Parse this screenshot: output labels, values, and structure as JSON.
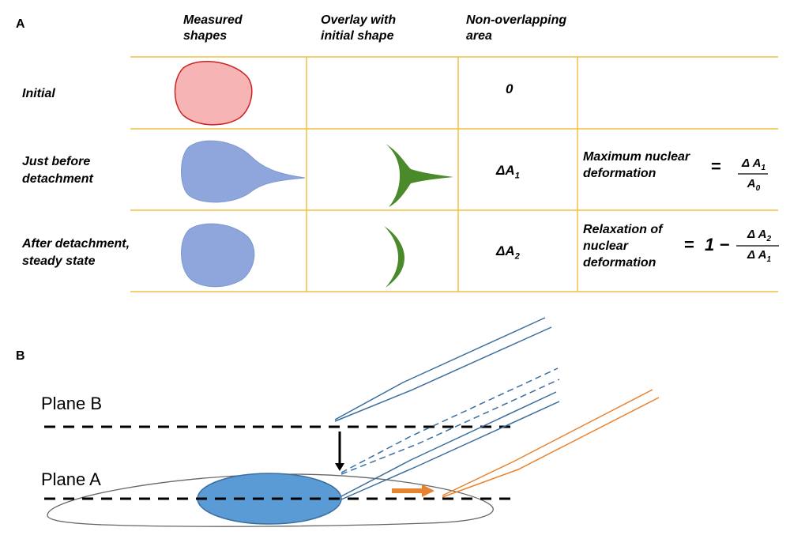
{
  "panel_a": {
    "label": "A",
    "headers": {
      "measured": "Measured\nshapes",
      "overlay": "Overlay with\ninitial shape",
      "area": "Non-overlapping\narea"
    },
    "rows": [
      {
        "label": "Initial",
        "value": "0"
      },
      {
        "label": "Just before\ndetachment",
        "value_symbol": "ΔA",
        "value_sub": "1",
        "description": "Maximum nuclear\ndeformation"
      },
      {
        "label": "After detachment,\nsteady state",
        "value_symbol": "ΔA",
        "value_sub": "2",
        "description": "Relaxation of\nnuclear\ndeformation"
      }
    ],
    "formula1": {
      "equals": "=",
      "num": "Δ A",
      "num_sub": "1",
      "den": "A",
      "den_sub": "0"
    },
    "formula2": {
      "equals": "=",
      "prefix": "1 −",
      "num": "Δ A",
      "num_sub": "2",
      "den": "Δ A",
      "den_sub": "1"
    },
    "colors": {
      "grid": "#f0c040",
      "initial_fill": "#f4a6a6",
      "initial_stroke": "#cc2222",
      "nucleus": "#8fa6dc",
      "overlay": "#4a8a2a"
    }
  },
  "panel_b": {
    "label": "B",
    "plane_b": "Plane B",
    "plane_a": "Plane A",
    "colors": {
      "pipette": "#3a6e9e",
      "pipette_moved": "#e8822e",
      "nucleus": "#5b9bd5",
      "cell": "#666666"
    }
  }
}
